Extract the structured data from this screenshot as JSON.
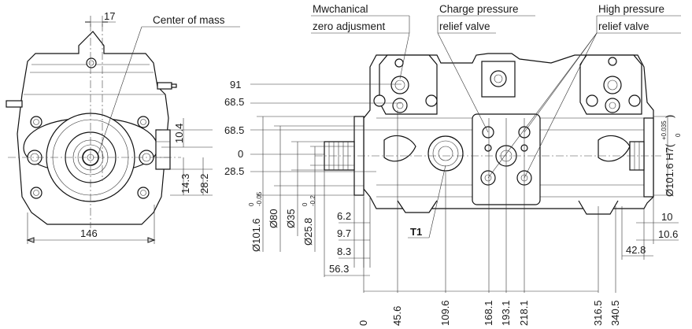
{
  "callouts": {
    "center_of_mass": "Center of mass",
    "mech_zero_line1": "Mwchanical",
    "mech_zero_line2": "zero adjusment",
    "charge_line1": "Charge pressure",
    "charge_line2": "relief valve",
    "high_line1": "High pressure",
    "high_line2": "relief valve",
    "port_t1": "T1"
  },
  "front_view": {
    "dim_17": "17",
    "dim_146": "146",
    "dim_10_4": "10.4",
    "dim_14_3": "14.3",
    "dim_28_2": "28.2"
  },
  "side_view_left": {
    "y_91": "91",
    "y_68_5_top": "68.5",
    "y_68_5": "68.5",
    "y_0": "0",
    "y_28_5": "28.5",
    "dia_101_6": "Ø101.6",
    "dia_101_6_tol_upper": "0",
    "dia_101_6_tol_lower": "-0.05",
    "dia_80": "Ø80",
    "dia_35": "Ø35",
    "dia_25_8": "Ø25.8",
    "dia_25_8_tol_upper": "0",
    "dia_25_8_tol_lower": "-0.2",
    "dim_6_2": "6.2",
    "dim_9_7": "9.7",
    "dim_8_3": "8.3",
    "dim_56_3": "56.3"
  },
  "side_view_right": {
    "dia_101_6_h7": "Ø101.6 H7(",
    "h7_tol_upper": "+0.035",
    "h7_tol_close": ")",
    "h7_tol_lower": "0",
    "dim_10": "10",
    "dim_10_6": "10.6",
    "dim_42_8": "42.8"
  },
  "bottom_axis": {
    "ticks": [
      "0",
      "45.6",
      "109.6",
      "168.1",
      "193.1",
      "218.1",
      "316.5",
      "340.5"
    ]
  }
}
